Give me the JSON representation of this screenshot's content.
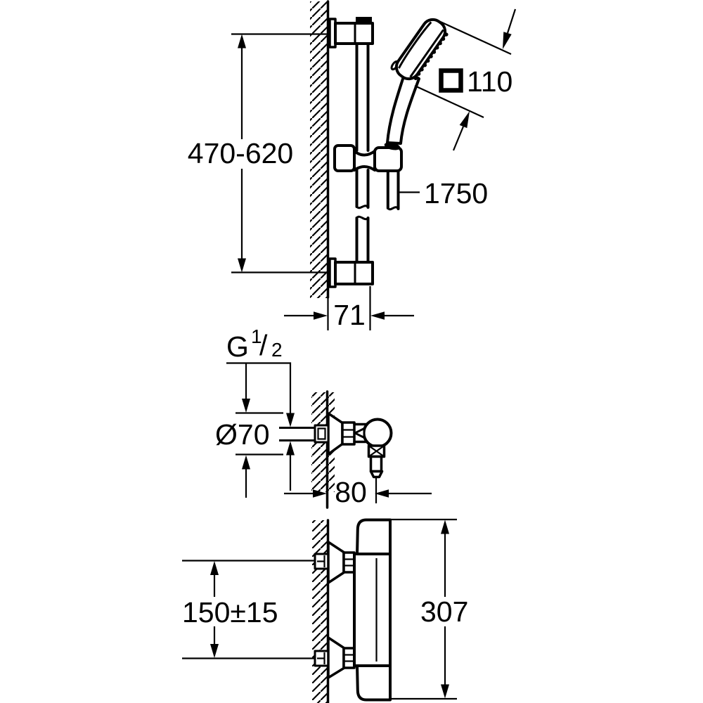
{
  "drawing": {
    "line_color": "#000000",
    "background_color": "#ffffff"
  },
  "views": {
    "rail": {
      "name": "shower-rail-side-view",
      "labels": {
        "height_range": "470-620",
        "head_size": "110",
        "hose_length": "1750",
        "wall_distance": "71"
      }
    },
    "union": {
      "name": "wall-union-side-view",
      "labels": {
        "thread_letter": "G",
        "thread_numerator": "1",
        "thread_slash": "/",
        "thread_denominator": "2",
        "escutcheon_diameter": "Ø70",
        "projection": "80"
      }
    },
    "mixer": {
      "name": "thermostat-side-view",
      "labels": {
        "centre_distance": "150±15",
        "overall_length": "307"
      }
    }
  }
}
